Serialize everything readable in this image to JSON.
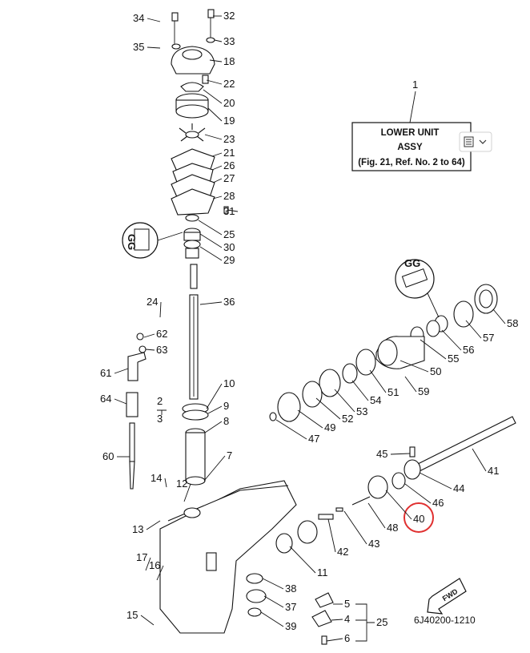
{
  "title_box": {
    "ref": "1",
    "line1": "LOWER UNIT",
    "line2": "ASSY",
    "line3": "(Fig. 21, Ref. No. 2 to 64)"
  },
  "widget": {
    "icon": "list-icon",
    "chevron": "chevron-down-icon"
  },
  "callouts": [
    "34",
    "32",
    "35",
    "33",
    "18",
    "22",
    "20",
    "19",
    "23",
    "21",
    "26",
    "27",
    "28",
    "31",
    "25",
    "30",
    "29",
    "24",
    "36",
    "62",
    "63",
    "61",
    "64",
    "10",
    "9",
    "8",
    "2",
    "3",
    "60",
    "7",
    "14",
    "15",
    "13",
    "12",
    "17",
    "16",
    "11",
    "38",
    "37",
    "39",
    "5",
    "4",
    "6",
    "42",
    "48",
    "43",
    "40",
    "46",
    "44",
    "45",
    "41",
    "47",
    "49",
    "52",
    "53",
    "54",
    "51",
    "59",
    "50",
    "55",
    "56",
    "57",
    "58"
  ],
  "grease_labels": [
    "GG",
    "GG"
  ],
  "fwd_label": "FWD",
  "drawing_number": "6J40200-1210",
  "highlight": {
    "ref": "40",
    "color": "#e03030"
  }
}
